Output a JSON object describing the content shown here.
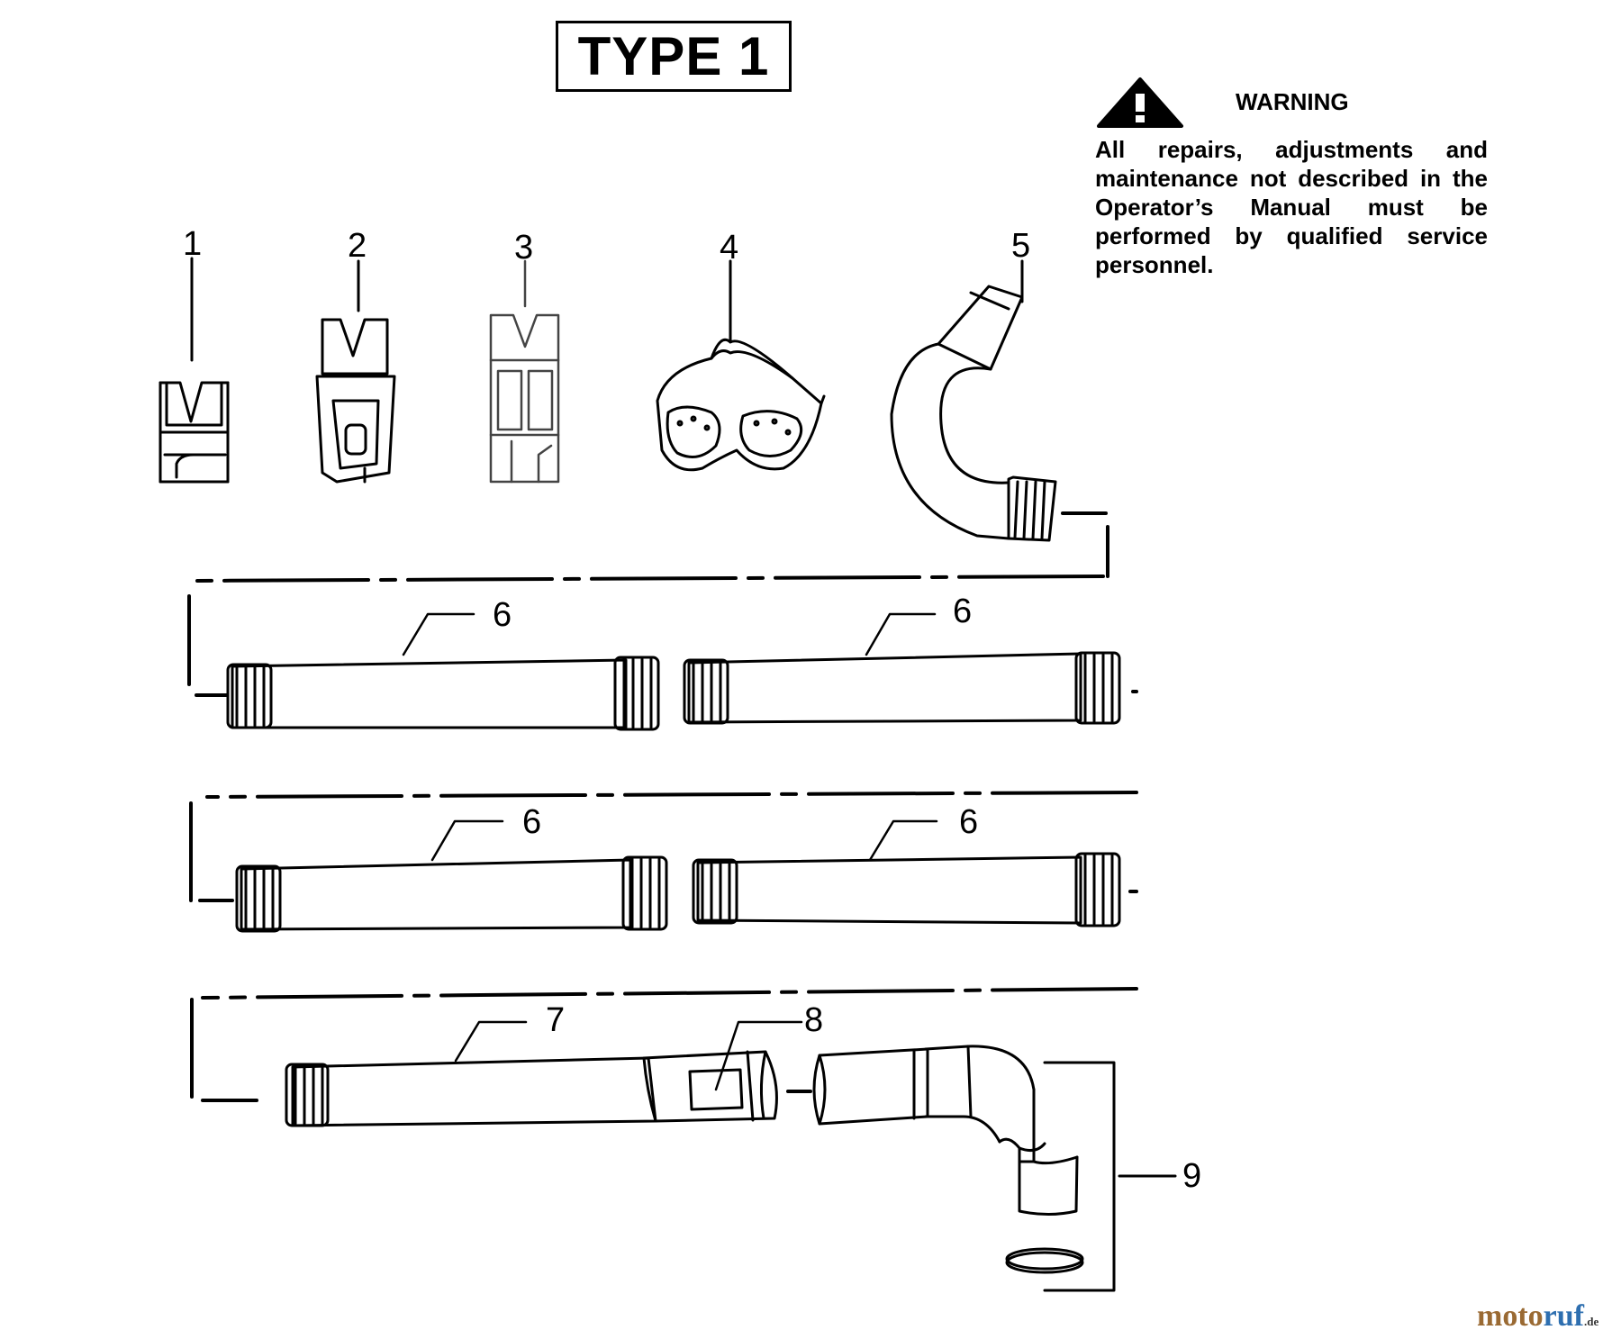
{
  "title": "TYPE 1",
  "warning": {
    "icon": "warning-triangle-icon",
    "heading": "WARNING",
    "text": "All repairs, adjustments and maintenance not described in the Operator’s Manual must be performed by qualified service personnel."
  },
  "callouts": [
    {
      "id": "c1",
      "label": "1"
    },
    {
      "id": "c2",
      "label": "2"
    },
    {
      "id": "c3",
      "label": "3"
    },
    {
      "id": "c4",
      "label": "4"
    },
    {
      "id": "c5",
      "label": "5"
    },
    {
      "id": "c6a",
      "label": "6"
    },
    {
      "id": "c6b",
      "label": "6"
    },
    {
      "id": "c6c",
      "label": "6"
    },
    {
      "id": "c6d",
      "label": "6"
    },
    {
      "id": "c7",
      "label": "7"
    },
    {
      "id": "c8",
      "label": "8"
    },
    {
      "id": "c9",
      "label": "9"
    }
  ],
  "watermark": {
    "part1": "moto",
    "part2": "ruf",
    "suffix": ".de"
  }
}
